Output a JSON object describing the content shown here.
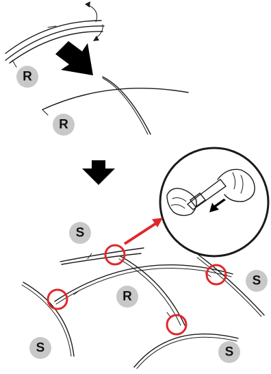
{
  "labels": {
    "rod_r": "R",
    "rod_s": "S"
  },
  "colors": {
    "badge": "#c8c8c8",
    "highlight": "#e0262b",
    "outline": "#1a1a1a",
    "arrow": "#000000"
  },
  "icons": {
    "step_arrow": "down-arrow-icon",
    "zoom": "magnifier-inset",
    "hand": "hand-icon"
  }
}
